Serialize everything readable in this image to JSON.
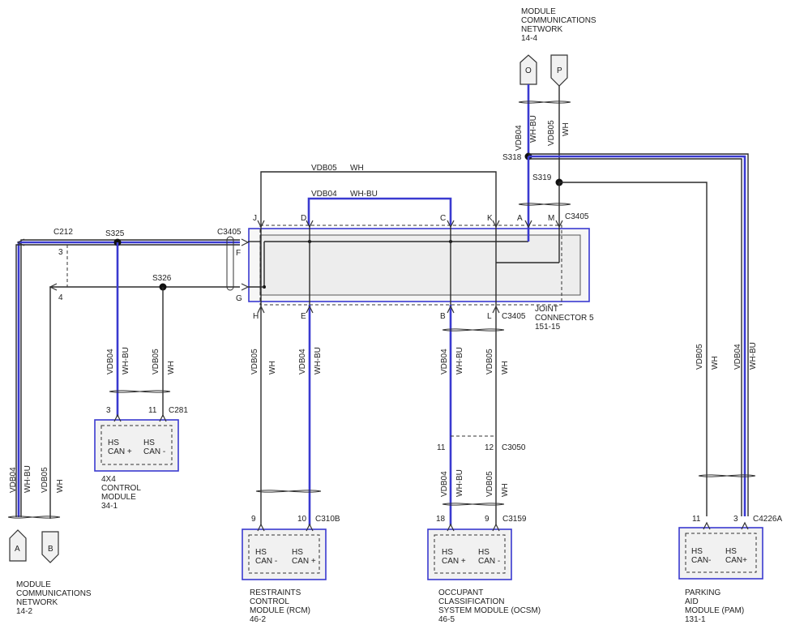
{
  "refs": {
    "mcn_top": [
      "MODULE",
      "COMMUNICATIONS",
      "NETWORK",
      "14-4"
    ],
    "mcn_bottom": [
      "MODULE",
      "COMMUNICATIONS",
      "NETWORK",
      "14-2"
    ],
    "joint_connector": [
      "JOINT",
      "CONNECTOR 5",
      "151-15"
    ]
  },
  "connector_shapes": {
    "O": "O",
    "P": "P",
    "A": "A",
    "B": "B"
  },
  "connectors": {
    "c212": "C212",
    "c3405_left": "C3405",
    "c3405_top": "C3405",
    "c3405_bottom": "C3405",
    "c281": "C281",
    "c310b": "C310B",
    "c3050": "C3050",
    "c3159": "C3159",
    "c4226a": "C4226A"
  },
  "splices": {
    "s318": "S318",
    "s319": "S319",
    "s325": "S325",
    "s326": "S326"
  },
  "wire_codes": {
    "vdb04": "VDB04",
    "vdb05": "VDB05",
    "whbu": "WH-BU",
    "wh": "WH"
  },
  "pins": {
    "c212_3": "3",
    "c212_4": "4",
    "j": "J",
    "d": "D",
    "c": "C",
    "k": "K",
    "a": "A",
    "m": "M",
    "f": "F",
    "g": "G",
    "h": "H",
    "e": "E",
    "b": "B",
    "l": "L",
    "c281_3": "3",
    "c281_11": "11",
    "c3050_11": "11",
    "c3050_12": "12",
    "rcm_9": "9",
    "rcm_10": "10",
    "ocsm_18": "18",
    "ocsm_9": "9",
    "pam_11": "11",
    "pam_3": "3"
  },
  "modules": {
    "x4": {
      "name": [
        "4X4",
        "CONTROL",
        "MODULE",
        "34-1"
      ],
      "pin1": [
        "HS",
        "CAN +"
      ],
      "pin2": [
        "HS",
        "CAN -"
      ]
    },
    "rcm": {
      "name": [
        "RESTRAINTS",
        "CONTROL",
        "MODULE (RCM)",
        "46-2"
      ],
      "pin1": [
        "HS",
        "CAN -"
      ],
      "pin2": [
        "HS",
        "CAN +"
      ]
    },
    "ocsm": {
      "name": [
        "OCCUPANT",
        "CLASSIFICATION",
        "SYSTEM MODULE (OCSM)",
        "46-5"
      ],
      "pin1": [
        "HS",
        "CAN +"
      ],
      "pin2": [
        "HS",
        "CAN -"
      ]
    },
    "pam": {
      "name": [
        "PARKING",
        "AID",
        "MODULE (PAM)",
        "131-1"
      ],
      "pin1": [
        "HS",
        "CAN-"
      ],
      "pin2": [
        "HS",
        "CAN+"
      ]
    }
  },
  "colors": {
    "highlight": "#3a3ad0",
    "wire": "#2b2b2b",
    "module_fill": "#f1f1f1"
  }
}
